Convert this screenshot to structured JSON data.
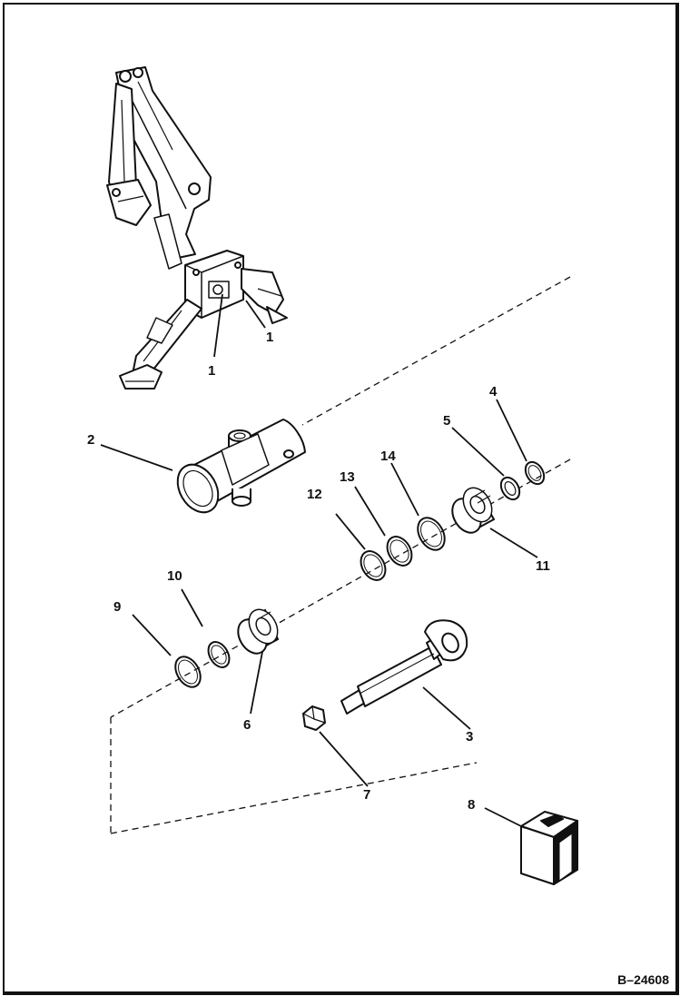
{
  "figure_id": "B–24608",
  "callouts": {
    "c1a": "1",
    "c1b": "1",
    "c2": "2",
    "c3": "3",
    "c4": "4",
    "c5": "5",
    "c6": "6",
    "c7": "7",
    "c8": "8",
    "c9": "9",
    "c10": "10",
    "c11": "11",
    "c12": "12",
    "c13": "13",
    "c14": "14"
  }
}
